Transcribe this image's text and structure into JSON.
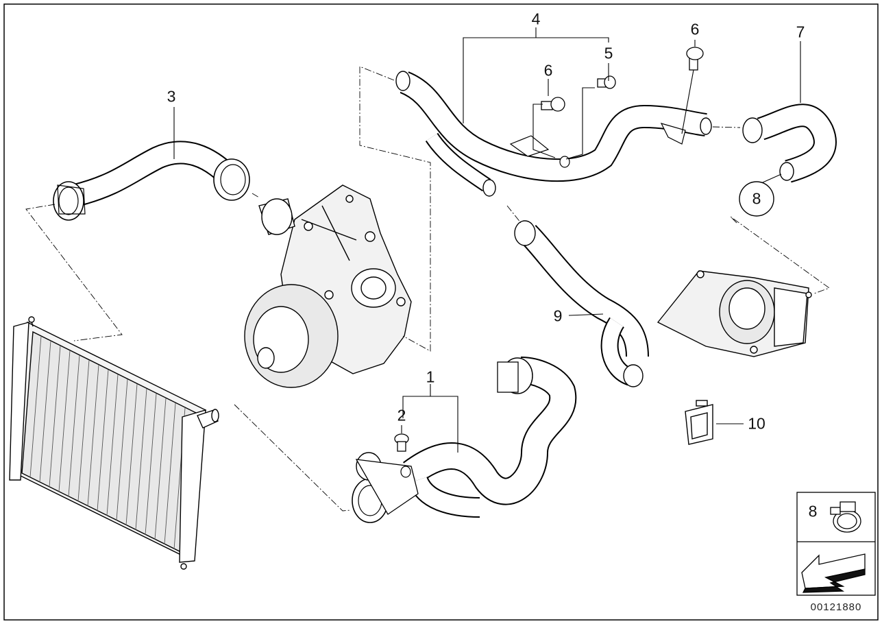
{
  "diagram": {
    "callouts": {
      "c1": "1",
      "c2": "2",
      "c3": "3",
      "c4": "4",
      "c5": "5",
      "c6a": "6",
      "c6b": "6",
      "c7": "7",
      "c8": "8",
      "c9": "9",
      "c10": "10"
    },
    "legend_box": {
      "part_label": "8"
    },
    "drawing_number": "00121880"
  }
}
